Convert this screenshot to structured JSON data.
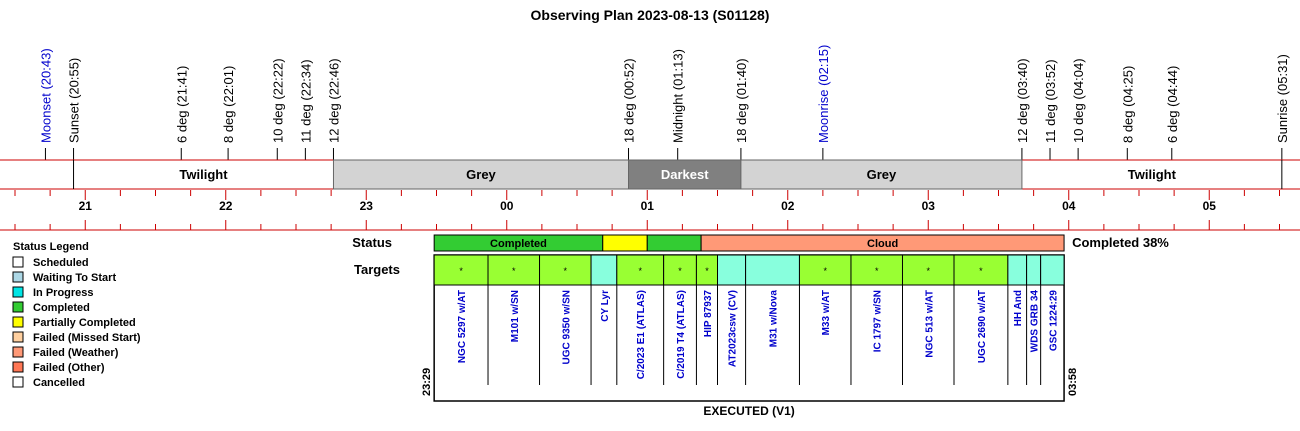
{
  "title": "Observing Plan 2023-08-13 (S01128)",
  "colors": {
    "red": "#cc0000",
    "blue": "#0000cc",
    "grey_band": "#d3d3d3",
    "darkest_band": "#808080",
    "status_completed": "#33cc33",
    "status_partial": "#ffff00",
    "status_cloud": "#ff9977",
    "target_completed": "#99ff33",
    "target_waiting": "#88ffdd"
  },
  "chart_data": {
    "type": "table",
    "time_axis": {
      "start_hour": 20.5,
      "end_hour": 30.0,
      "hour_labels": [
        "21",
        "22",
        "23",
        "00",
        "01",
        "02",
        "03",
        "04",
        "05"
      ],
      "hour_values": [
        21,
        22,
        23,
        24,
        25,
        26,
        27,
        28,
        29
      ]
    },
    "events": [
      {
        "label": "Moonset (20:43)",
        "time": "20:43",
        "color": "blue"
      },
      {
        "label": "Sunset (20:55)",
        "time": "20:55",
        "color": "black"
      },
      {
        "label": "6 deg (21:41)",
        "time": "21:41",
        "color": "black"
      },
      {
        "label": "8 deg (22:01)",
        "time": "22:01",
        "color": "black"
      },
      {
        "label": "10 deg (22:22)",
        "time": "22:22",
        "color": "black"
      },
      {
        "label": "11 deg (22:34)",
        "time": "22:34",
        "color": "black"
      },
      {
        "label": "12 deg (22:46)",
        "time": "22:46",
        "color": "black"
      },
      {
        "label": "18 deg (00:52)",
        "time": "00:52",
        "color": "black"
      },
      {
        "label": "Midnight (01:13)",
        "time": "01:13",
        "color": "black"
      },
      {
        "label": "18 deg (01:40)",
        "time": "01:40",
        "color": "black"
      },
      {
        "label": "Moonrise (02:15)",
        "time": "02:15",
        "color": "blue"
      },
      {
        "label": "12 deg (03:40)",
        "time": "03:40",
        "color": "black"
      },
      {
        "label": "11 deg (03:52)",
        "time": "03:52",
        "color": "black"
      },
      {
        "label": "10 deg (04:04)",
        "time": "04:04",
        "color": "black"
      },
      {
        "label": "8 deg (04:25)",
        "time": "04:25",
        "color": "black"
      },
      {
        "label": "6 deg (04:44)",
        "time": "04:44",
        "color": "black"
      },
      {
        "label": "Sunrise (05:31)",
        "time": "05:31",
        "color": "black"
      }
    ],
    "sky_bands": [
      {
        "label": "Twilight",
        "start": "20:55",
        "end": "22:46",
        "fill": "white"
      },
      {
        "label": "Grey",
        "start": "22:46",
        "end": "00:52",
        "fill": "grey_band"
      },
      {
        "label": "Darkest",
        "start": "00:52",
        "end": "01:40",
        "fill": "darkest_band"
      },
      {
        "label": "Grey",
        "start": "01:40",
        "end": "03:40",
        "fill": "grey_band"
      },
      {
        "label": "Twilight",
        "start": "03:40",
        "end": "05:31",
        "fill": "white"
      }
    ],
    "status_row": {
      "label": "Status",
      "summary": "Completed 38%",
      "segments": [
        {
          "label": "Completed",
          "start": "23:29",
          "end": "00:41",
          "fill": "status_completed"
        },
        {
          "label": "",
          "start": "00:41",
          "end": "01:00",
          "fill": "status_partial"
        },
        {
          "label": "",
          "start": "01:00",
          "end": "01:23",
          "fill": "status_completed"
        },
        {
          "label": "Cloud",
          "start": "01:23",
          "end": "03:58",
          "fill": "status_cloud"
        }
      ]
    },
    "targets_row": {
      "label": "Targets",
      "start_time": "23:29",
      "end_time": "03:58",
      "footer": "EXECUTED (V1)",
      "items": [
        {
          "name": "NGC 5297 w/AT",
          "start": "23:29",
          "end": "23:52",
          "status": "completed",
          "marker": "*"
        },
        {
          "name": "M101 w/SN",
          "start": "23:52",
          "end": "00:14",
          "status": "completed",
          "marker": "*"
        },
        {
          "name": "UGC 9350 w/SN",
          "start": "00:14",
          "end": "00:36",
          "status": "completed",
          "marker": "*"
        },
        {
          "name": "CY Lyr",
          "start": "00:36",
          "end": "00:47",
          "status": "waiting",
          "marker": ""
        },
        {
          "name": "C/2023 E1 (ATLAS)",
          "start": "00:47",
          "end": "01:07",
          "status": "completed",
          "marker": "*"
        },
        {
          "name": "C/2019 T4 (ATLAS)",
          "start": "01:07",
          "end": "01:21",
          "status": "completed",
          "marker": "*"
        },
        {
          "name": "HIP 87937",
          "start": "01:21",
          "end": "01:30",
          "status": "completed",
          "marker": "*"
        },
        {
          "name": "AT2023csw (CV)",
          "start": "01:30",
          "end": "01:42",
          "status": "waiting",
          "marker": ""
        },
        {
          "name": "M31 w/Nova",
          "start": "01:42",
          "end": "02:05",
          "status": "waiting",
          "marker": ""
        },
        {
          "name": "M33 w/AT",
          "start": "02:05",
          "end": "02:27",
          "status": "completed",
          "marker": "*"
        },
        {
          "name": "IC 1797 w/SN",
          "start": "02:27",
          "end": "02:49",
          "status": "completed",
          "marker": "*"
        },
        {
          "name": "NGC 513 w/AT",
          "start": "02:49",
          "end": "03:11",
          "status": "completed",
          "marker": "*"
        },
        {
          "name": "UGC 2690 w/AT",
          "start": "03:11",
          "end": "03:34",
          "status": "completed",
          "marker": "*"
        },
        {
          "name": "HH And",
          "start": "03:34",
          "end": "03:42",
          "status": "waiting",
          "marker": ""
        },
        {
          "name": "WDS GRB 34",
          "start": "03:42",
          "end": "03:48",
          "status": "waiting",
          "marker": ""
        },
        {
          "name": "GSC 1224:29",
          "start": "03:48",
          "end": "03:58",
          "status": "waiting",
          "marker": ""
        }
      ]
    },
    "legend": {
      "title": "Status Legend",
      "placement": "bottom-left",
      "items": [
        {
          "label": "Scheduled",
          "color": "#ffffff"
        },
        {
          "label": "Waiting To Start",
          "color": "#add8e6"
        },
        {
          "label": "In Progress",
          "color": "#00e5e5"
        },
        {
          "label": "Completed",
          "color": "#33cc33"
        },
        {
          "label": "Partially Completed",
          "color": "#ffff00"
        },
        {
          "label": "Failed (Missed Start)",
          "color": "#ffd0a0"
        },
        {
          "label": "Failed (Weather)",
          "color": "#ff9977"
        },
        {
          "label": "Failed (Other)",
          "color": "#ff7755"
        },
        {
          "label": "Cancelled",
          "color": "#ffffff"
        }
      ]
    }
  }
}
